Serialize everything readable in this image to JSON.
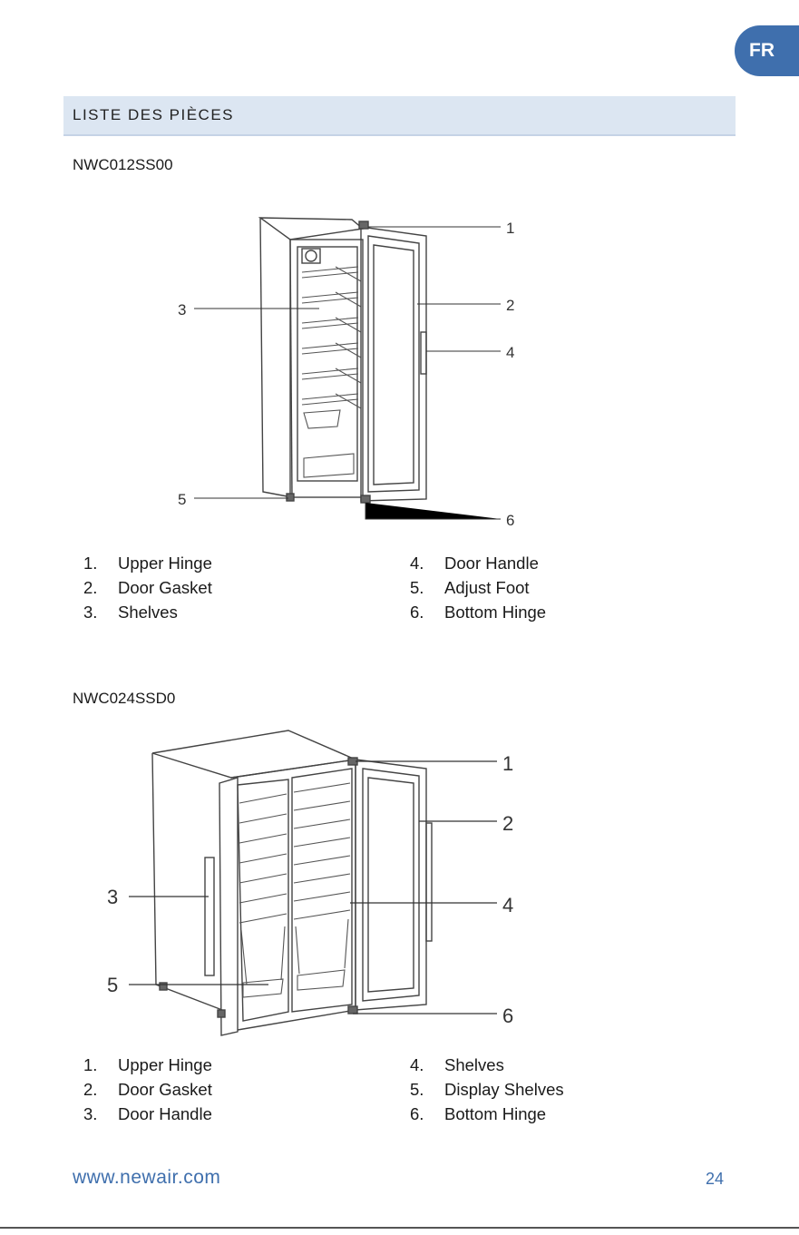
{
  "lang_tab": "FR",
  "section_title": "LISTE DES PIÈCES",
  "models": [
    {
      "name": "NWC012SS00",
      "callouts": [
        "1",
        "2",
        "3",
        "4",
        "5",
        "6"
      ],
      "parts": [
        {
          "num": "1.",
          "label": "Upper Hinge"
        },
        {
          "num": "2.",
          "label": "Door Gasket"
        },
        {
          "num": "3.",
          "label": "Shelves"
        },
        {
          "num": "4.",
          "label": "Door Handle"
        },
        {
          "num": "5.",
          "label": "Adjust Foot"
        },
        {
          "num": "6.",
          "label": "Bottom Hinge"
        }
      ]
    },
    {
      "name": "NWC024SSD0",
      "callouts": [
        "1",
        "2",
        "3",
        "4",
        "5",
        "6"
      ],
      "parts": [
        {
          "num": "1.",
          "label": "Upper Hinge"
        },
        {
          "num": "2.",
          "label": "Door Gasket"
        },
        {
          "num": "3.",
          "label": "Door Handle"
        },
        {
          "num": "4.",
          "label": "Shelves"
        },
        {
          "num": "5.",
          "label": "Display Shelves"
        },
        {
          "num": "6.",
          "label": "Bottom Hinge"
        }
      ]
    }
  ],
  "footer": {
    "url": "www.newair.com",
    "page": "24"
  },
  "colors": {
    "accent": "#3f6fad",
    "section_bg": "#dce6f2"
  }
}
